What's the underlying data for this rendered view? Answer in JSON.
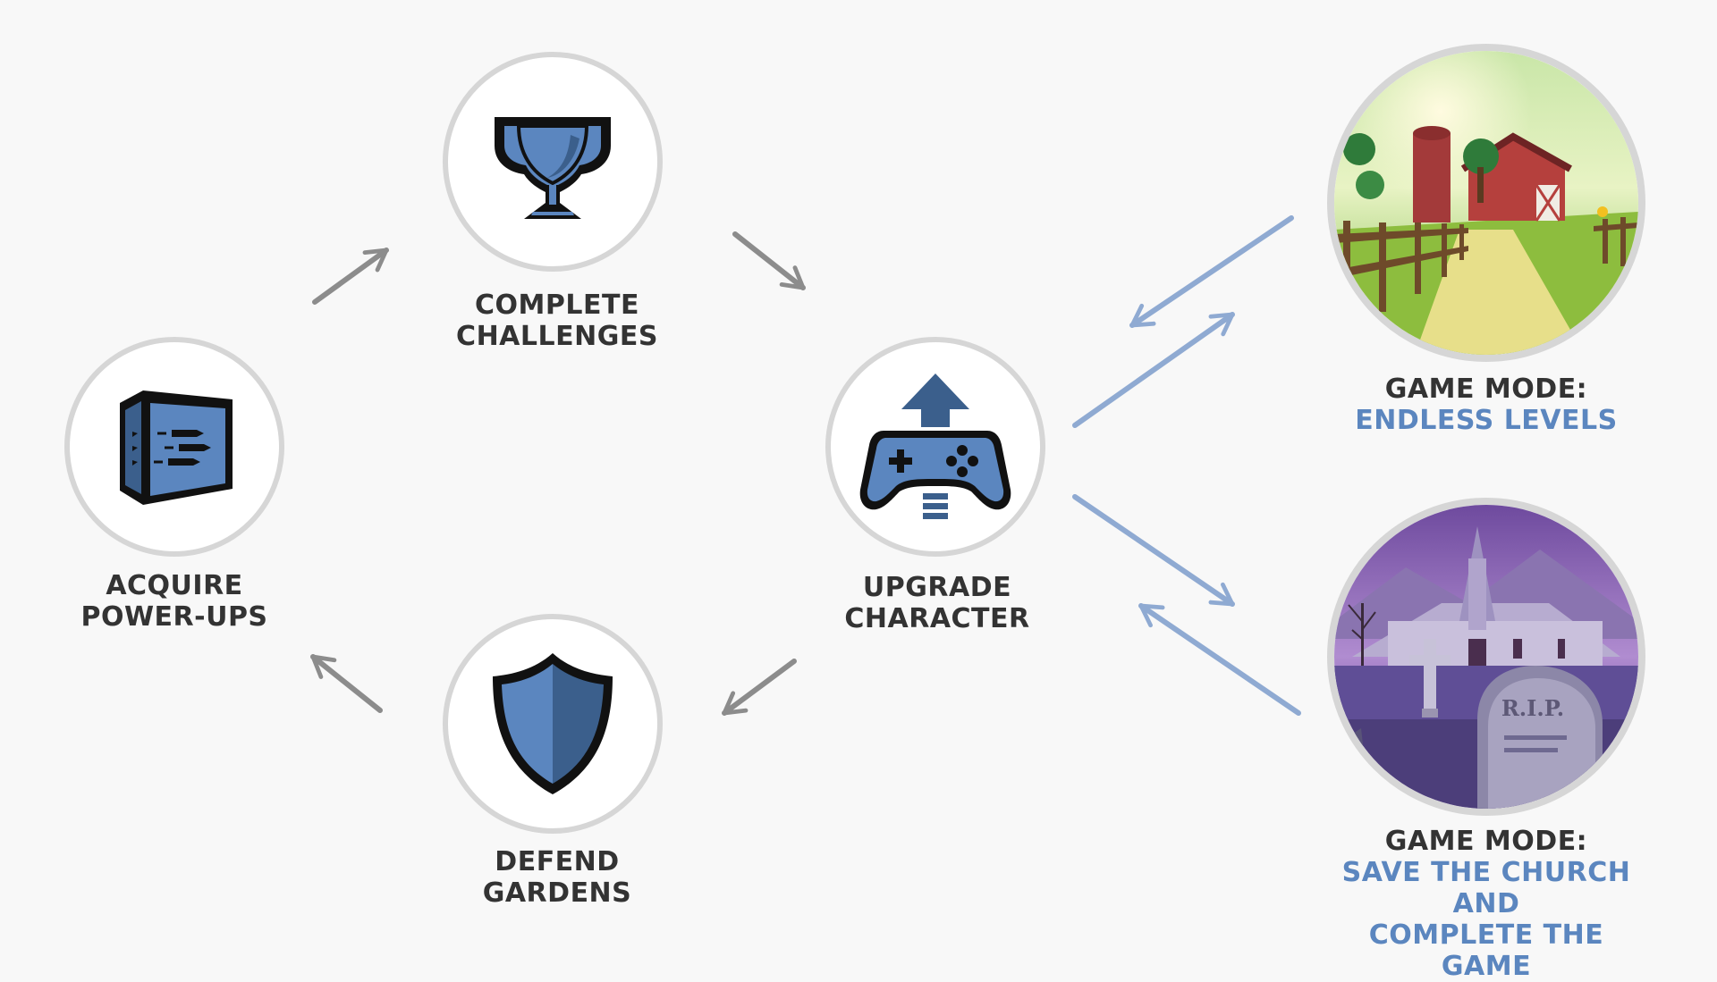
{
  "colors": {
    "background": "#f8f8f8",
    "icon_blue": "#5b86bf",
    "icon_dark_blue": "#3b5f8c",
    "label_text": "#333333",
    "accent_text": "#5b86bf",
    "gray_arrow": "#8c8c8c",
    "blue_arrow": "#8faad2",
    "circle_border": "#d6d6d6"
  },
  "nodes": {
    "challenges": {
      "icon": "trophy-icon",
      "line1": "COMPLETE",
      "line2": "CHALLENGES"
    },
    "upgrade": {
      "icon": "gamepad-upgrade-icon",
      "line1": "UPGRADE",
      "line2": "CHARACTER"
    },
    "gardens": {
      "icon": "shield-icon",
      "line1": "DEFEND",
      "line2": "GARDENS"
    },
    "powerups": {
      "icon": "powerup-box-icon",
      "line1": "ACQUIRE",
      "line2": "POWER-UPS"
    }
  },
  "modes": {
    "endless": {
      "image": "farm-landscape-image",
      "line1": "GAME MODE:",
      "line2": "ENDLESS LEVELS"
    },
    "church": {
      "image": "graveyard-church-image",
      "line1": "GAME MODE:",
      "line2": "SAVE THE CHURCH AND",
      "line3": "COMPLETE THE GAME",
      "tombstone_text": "R.I.P."
    }
  }
}
